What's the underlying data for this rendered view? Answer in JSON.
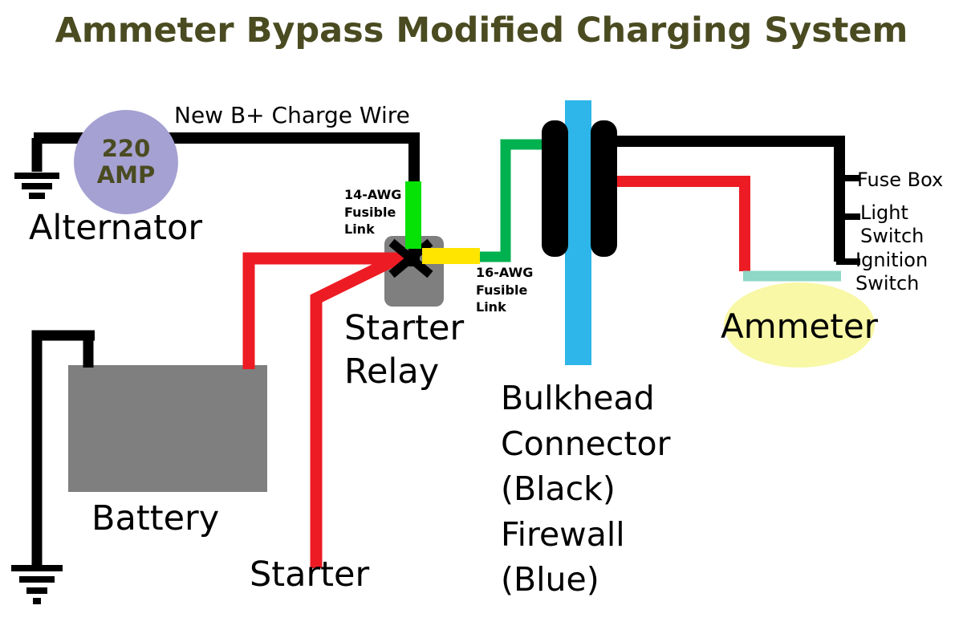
{
  "title": "Ammeter Bypass Modified Charging System",
  "labels": {
    "alternator_rating": "220\nAMP",
    "alternator": "Alternator",
    "charge_wire": "New B+ Charge Wire",
    "fusible_link_14": "14-AWG\nFusible\nLink",
    "fusible_link_16": "16-AWG\nFusible\nLink",
    "starter_relay": "Starter\nRelay",
    "bulkhead": "Bulkhead\nConnector\n(Black)\nFirewall\n(Blue)",
    "ammeter": "Ammeter",
    "fuse_box": "Fuse Box",
    "light_switch": "Light\nSwitch",
    "ignition_switch": "Ignition\nSwitch",
    "battery": "Battery",
    "starter": "Starter"
  },
  "colors": {
    "title_text": "#4a4b21",
    "wire_black": "#000000",
    "wire_red": "#ed1c24",
    "wire_green": "#00b14f",
    "fusible_link_green": "#06e206",
    "fusible_link_yellow": "#ffe500",
    "firewall_blue": "#2eb6ea",
    "ammeter_wire_teal": "#8fd7c6",
    "ammeter_fill": "#f8f8a6",
    "alternator_fill": "#a5a1d2",
    "component_gray": "#7f7f7f"
  }
}
